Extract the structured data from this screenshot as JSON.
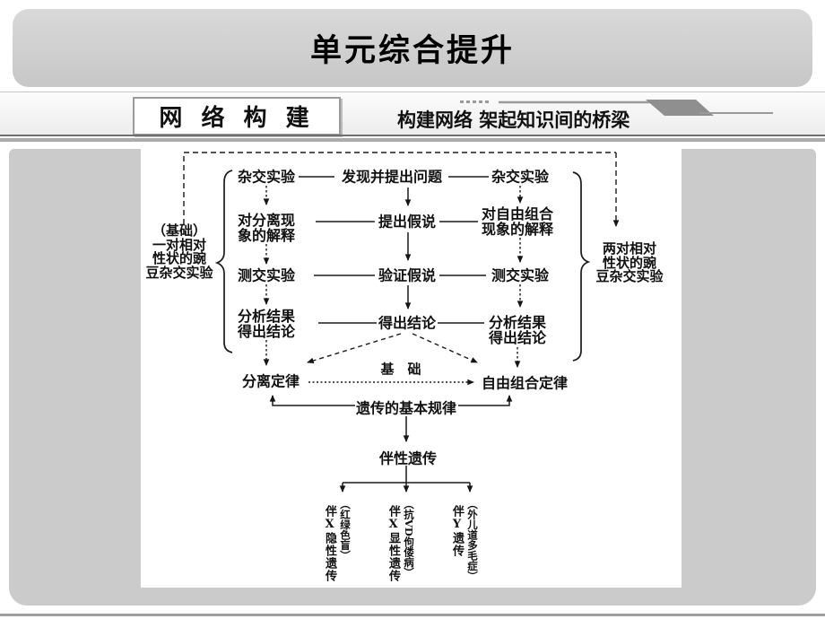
{
  "header": {
    "title": "单元综合提升"
  },
  "section_bar": {
    "badge": "网 络 构 建",
    "tagline": "构建网络 架起知识间的桥梁"
  },
  "colors": {
    "header_bg": "#cfcfcf",
    "panel_bg": "#cbcbcb",
    "diagram_stroke": "#1a1a1a",
    "decor_gray": "#9a9a9a"
  },
  "diagram": {
    "left_label": {
      "line1": "（基础）",
      "line2": "一对相对",
      "line3": "性状的豌",
      "line4": "豆杂交实验"
    },
    "right_label": {
      "line1": "两对相对",
      "line2": "性状的豌",
      "line3": "豆杂交实验"
    },
    "nodes": {
      "l1": "杂交实验",
      "c1": "发现并提出问题",
      "r1": "杂交实验",
      "l2": {
        "line1": "对分离现",
        "line2": "象的解释"
      },
      "c2": "提出假说",
      "r2": {
        "line1": "对自由组合",
        "line2": "现象的解释"
      },
      "l3": "测交实验",
      "c3": "验证假说",
      "r3": "测交实验",
      "l4": {
        "line1": "分析结果",
        "line2": "得出结论"
      },
      "c4": "得出结论",
      "r4": {
        "line1": "分析结果",
        "line2": "得出结论"
      },
      "law1": "分离定律",
      "basis": "基　础",
      "law2": "自由组合定律",
      "root": "遗传的基本规律",
      "sex_linked": "伴性遗传"
    },
    "bottom_items": [
      {
        "label": "伴X隐性遗传",
        "example": "（红绿色盲）"
      },
      {
        "label": "伴X显性遗传",
        "example": "（抗VD佝偻病）"
      },
      {
        "label": "伴Y遗传",
        "example": "（外儿道多毛症）"
      }
    ]
  }
}
